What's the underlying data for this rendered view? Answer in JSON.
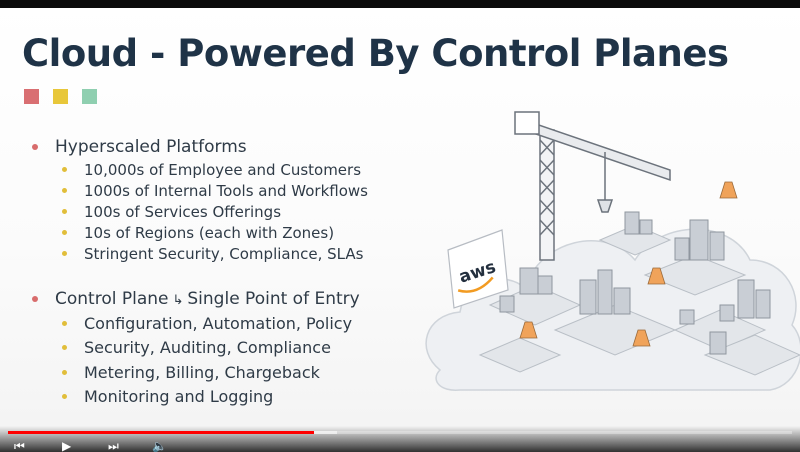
{
  "slide": {
    "title": "Cloud - Powered By Control Planes",
    "accent_colors": [
      "#d96f72",
      "#e8c73a",
      "#8fcfb0"
    ],
    "sections": [
      {
        "heading": "Hyperscaled Platforms",
        "items": [
          "10,000s of Employee and Customers",
          "1000s of Internal Tools and Workflows",
          "100s of Services Offerings",
          "10s of Regions (each with Zones)",
          "Stringent Security, Compliance, SLAs"
        ]
      },
      {
        "heading_a": "Control Plane",
        "heading_b": "Single Point of Entry",
        "items": [
          "Configuration, Automation, Policy",
          "Security, Auditing, Compliance",
          "Metering, Billing, Chargeback",
          "Monitoring and Logging"
        ]
      }
    ],
    "illustration": {
      "logo_text": "aws",
      "icons": [
        "cloud-icon",
        "crane-icon",
        "traffic-cone-icon",
        "building-icon"
      ]
    }
  },
  "player": {
    "progress_fraction": 0.39,
    "buffered_fraction": 0.42,
    "time_text": "",
    "icons": [
      "previous-icon",
      "play-icon",
      "next-icon",
      "volume-icon"
    ]
  }
}
